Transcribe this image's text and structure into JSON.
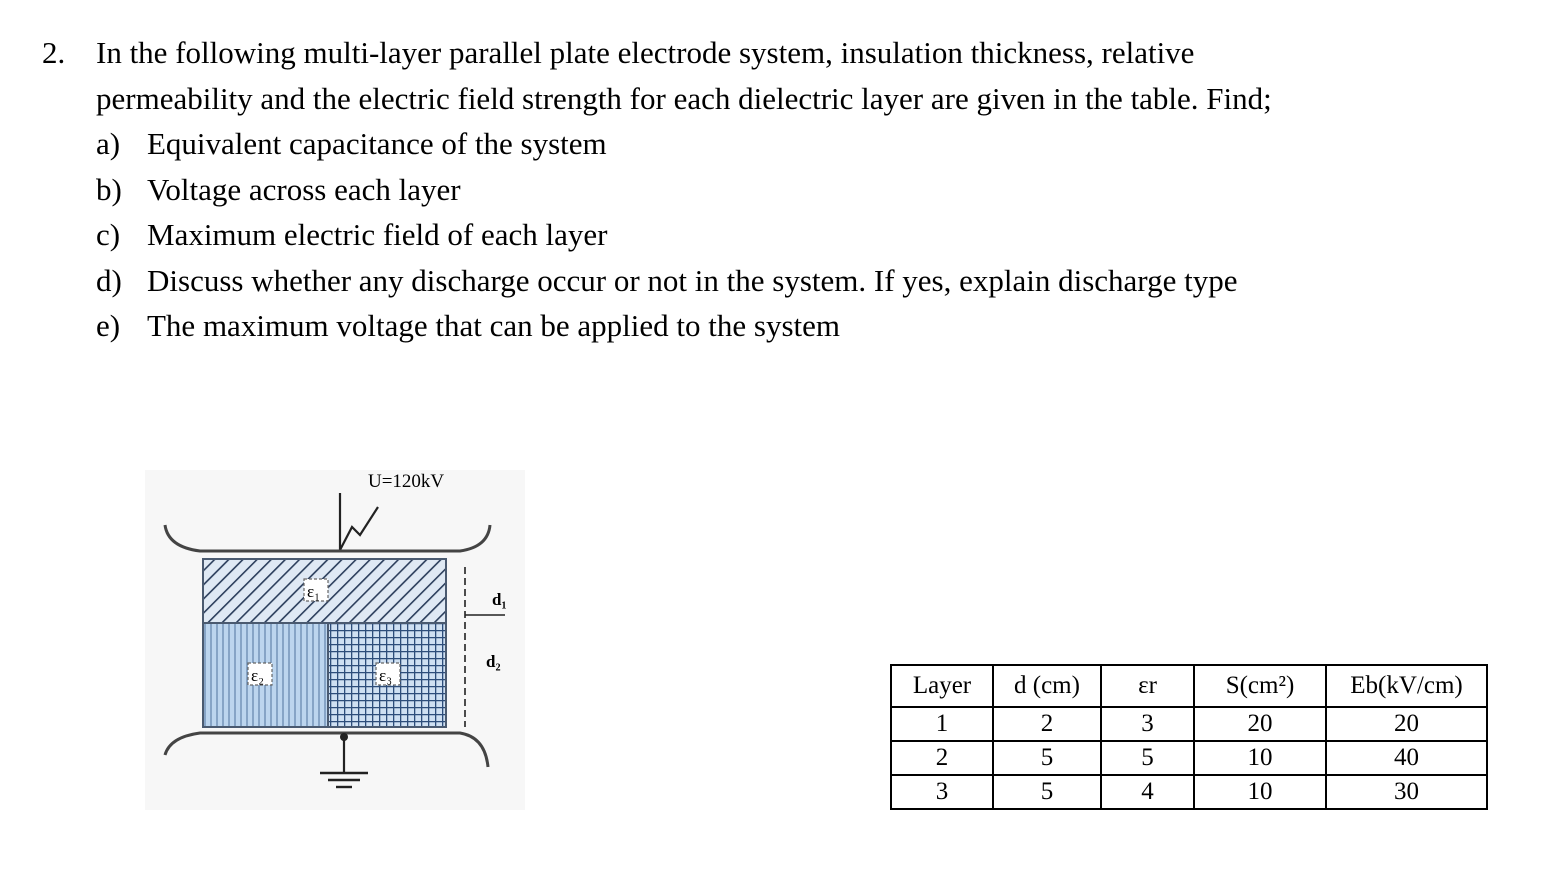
{
  "question": {
    "number": "2.",
    "line1": "In the following multi-layer parallel plate electrode system, insulation thickness, relative",
    "line2": "permeability and the electric field strength for each dielectric layer are given in the table. Find;",
    "items": [
      {
        "marker": "a)",
        "text": "Equivalent capacitance of the system"
      },
      {
        "marker": "b)",
        "text": "Voltage across each layer"
      },
      {
        "marker": "c)",
        "text": "Maximum electric field of each layer"
      },
      {
        "marker": "d)",
        "text": "Discuss whether any discharge occur or not in the system. If yes, explain discharge type"
      },
      {
        "marker": "e)",
        "text": "The maximum voltage that can be applied to the system"
      }
    ]
  },
  "figure": {
    "voltage_label": "U=120kV",
    "eps1": "ε₁",
    "eps2": "ε₂",
    "eps3": "ε₃",
    "d1": "d₁",
    "d2": "d₂"
  },
  "table": {
    "headers": [
      "Layer",
      "d (cm)",
      "εr",
      "S(cm²)",
      "Eb(kV/cm)"
    ],
    "rows": [
      [
        "1",
        "2",
        "3",
        "20",
        "20"
      ],
      [
        "2",
        "5",
        "5",
        "10",
        "40"
      ],
      [
        "3",
        "5",
        "4",
        "10",
        "30"
      ]
    ]
  }
}
